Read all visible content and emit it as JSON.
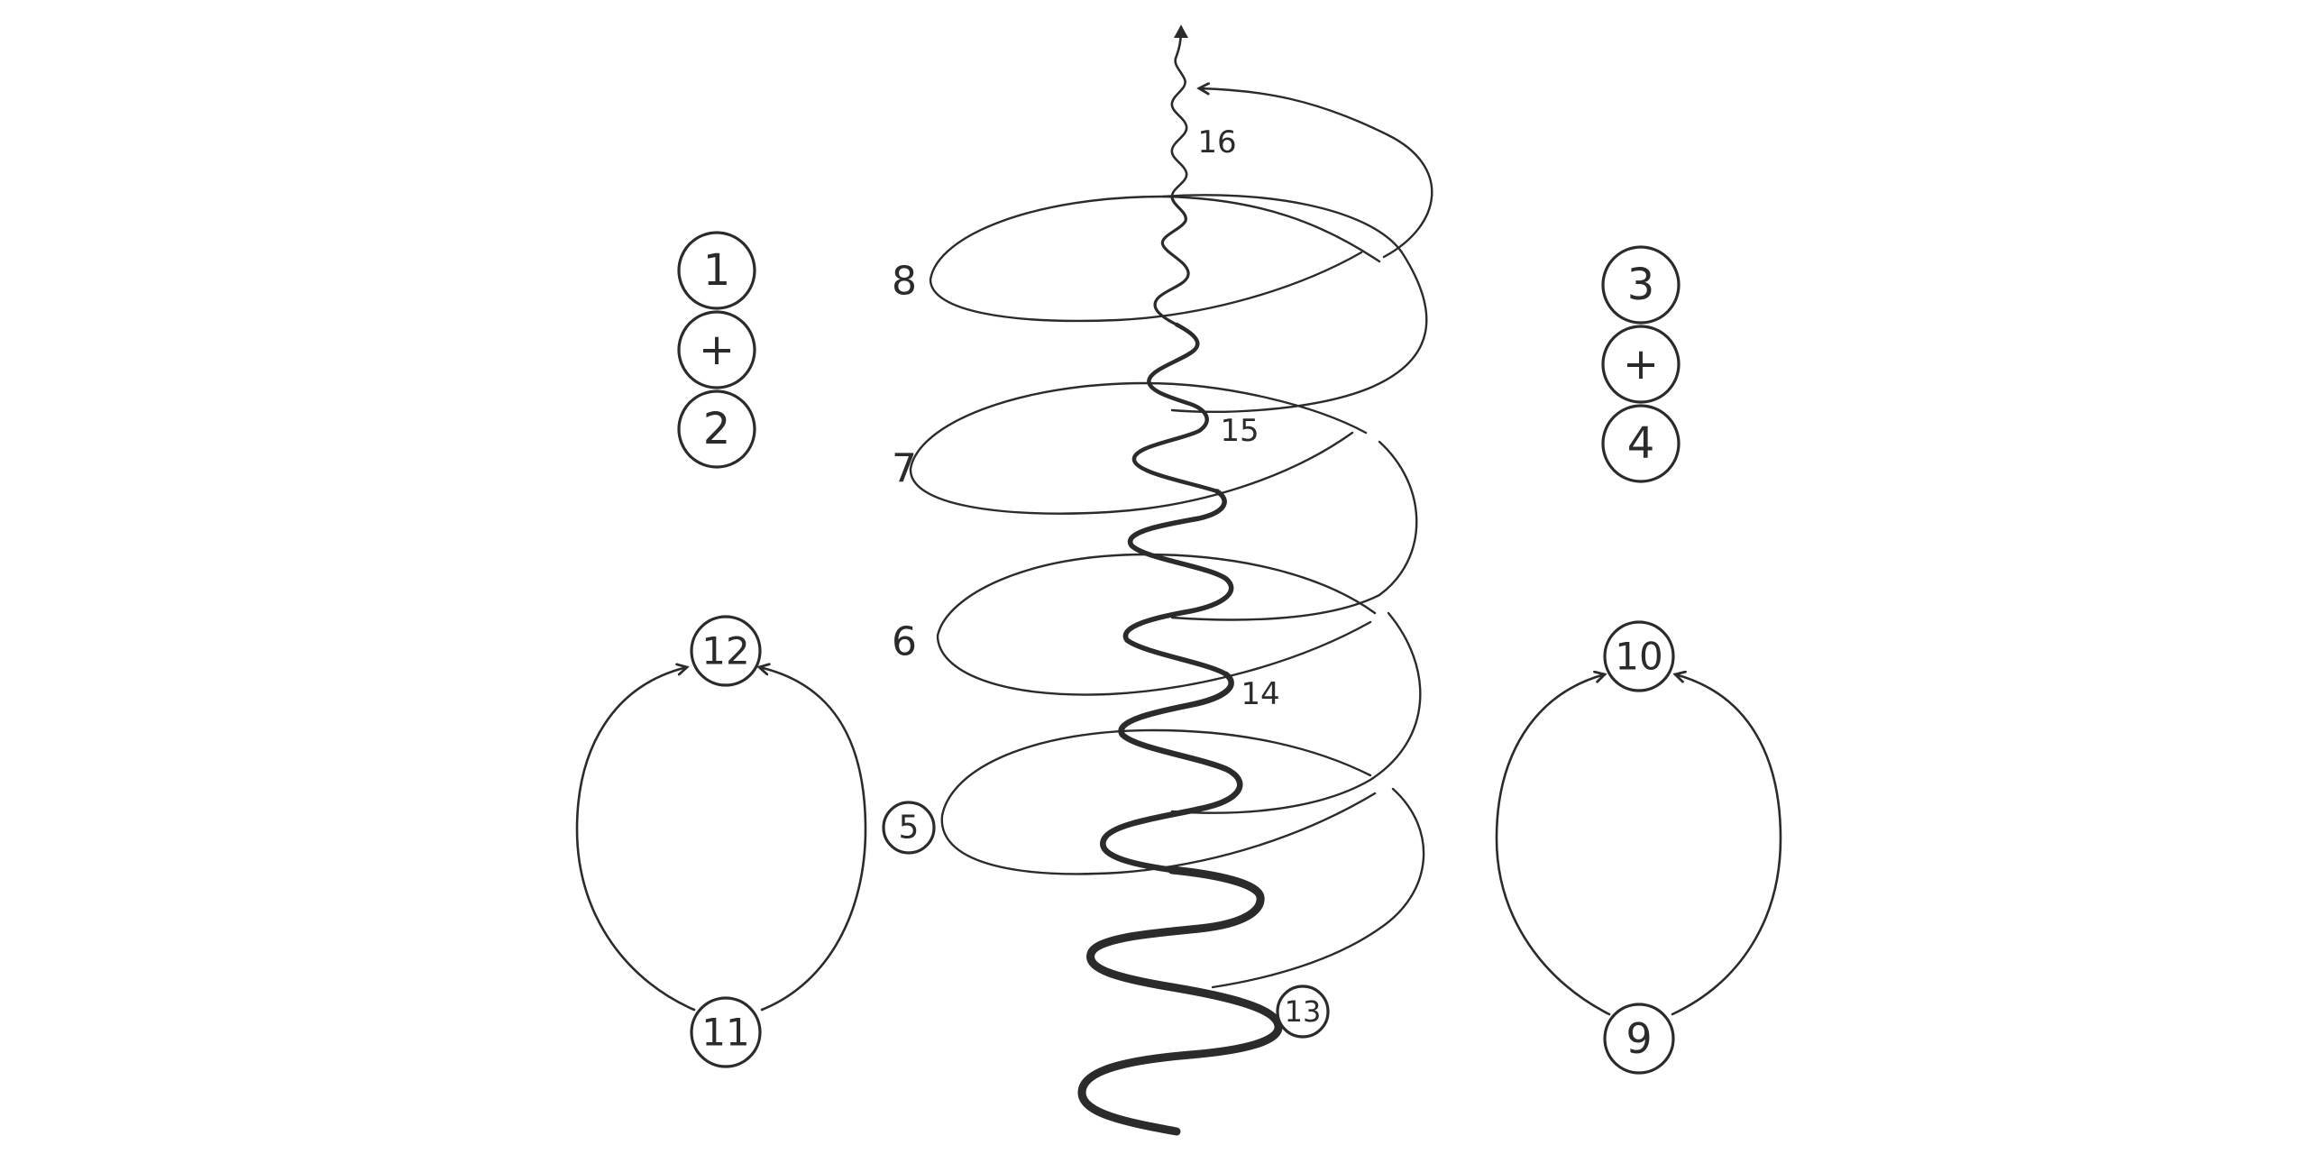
{
  "colors": {
    "ink": "#2b2b2b",
    "background": "#ffffff"
  },
  "stacks": [
    {
      "top": "1",
      "operator": "+",
      "bottom": "2"
    },
    {
      "top": "3",
      "operator": "+",
      "bottom": "4"
    }
  ],
  "cycles": [
    {
      "top": "12",
      "bottom": "11"
    },
    {
      "top": "10",
      "bottom": "9"
    }
  ],
  "helix": {
    "loops": [
      "5",
      "6",
      "7",
      "8"
    ],
    "wave_labels": [
      "13",
      "14",
      "15",
      "16"
    ]
  }
}
